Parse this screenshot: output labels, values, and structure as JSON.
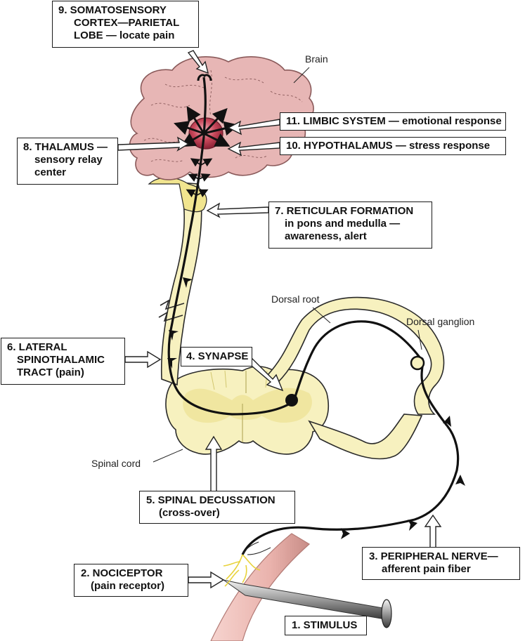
{
  "labels": {
    "brain": "Brain",
    "dorsal_root": "Dorsal root",
    "dorsal_ganglion": "Dorsal ganglion",
    "spinal_cord": "Spinal cord"
  },
  "callouts": {
    "stimulus": [
      "1. STIMULUS"
    ],
    "nociceptor": [
      "2. NOCICEPTOR",
      "(pain receptor)"
    ],
    "peripheral_nerve": [
      "3. PERIPHERAL NERVE—",
      "afferent pain fiber"
    ],
    "synapse": [
      "4. SYNAPSE"
    ],
    "decussation": [
      "5. SPINAL DECUSSATION",
      "(cross-over)"
    ],
    "lateral_tract": [
      "6. LATERAL",
      "SPINOTHALAMIC",
      "TRACT (pain)"
    ],
    "reticular": [
      "7. RETICULAR FORMATION",
      "in pons and medulla —",
      "awareness, alert"
    ],
    "thalamus": [
      "8. THALAMUS —",
      "sensory relay",
      "center"
    ],
    "somatosensory": [
      "9. SOMATOSENSORY",
      "CORTEX—PARIETAL",
      "LOBE — locate pain"
    ],
    "hypothalamus": [
      "10. HYPOTHALAMUS — stress response"
    ],
    "limbic": [
      "11. LIMBIC SYSTEM — emotional response"
    ]
  },
  "colors": {
    "brain_fill": "#e7b6b5",
    "brain_line": "#8a5a5a",
    "cord_fill": "#f7f1bf",
    "cord_inner": "#f1e58f",
    "thalamus": "#b73a4e",
    "skin": "#f0c0bb",
    "nerve_endings": "#e8d23a",
    "pathway": "#111111"
  }
}
